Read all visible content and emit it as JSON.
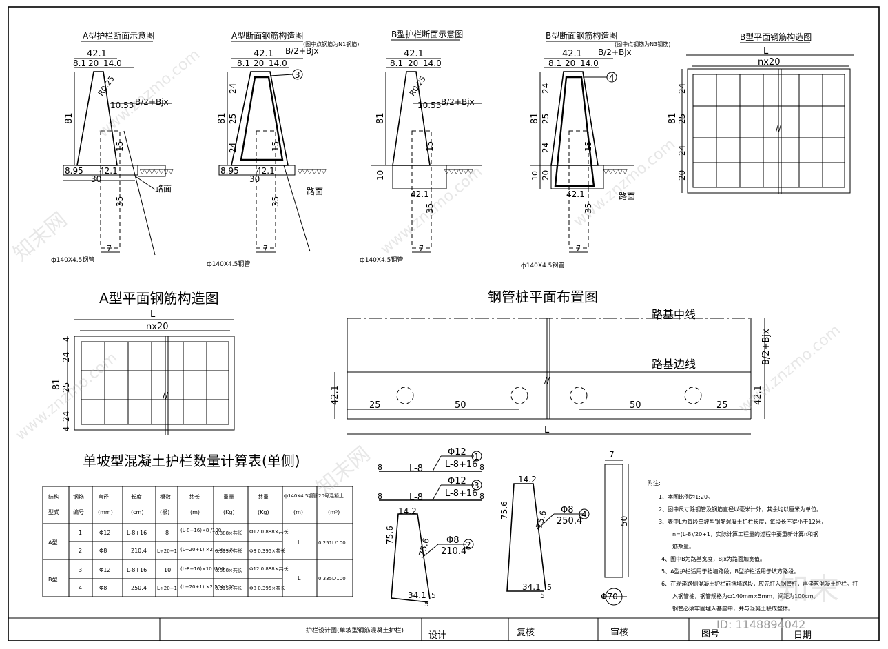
{
  "titles": {
    "a_section": "A型护栏断面示意图",
    "a_rebar_section": "A型断面钢筋构造图",
    "a_rebar_note": "(图中点钢筋为N1钢筋)",
    "b_section": "B型护栏断面示意图",
    "b_rebar_section": "B型断面钢筋构造图",
    "b_rebar_note": "(图中点钢筋为N3钢筋)",
    "b_plan": "B型平面钢筋构造图",
    "a_plan": "A型平面钢筋构造图",
    "pile_plan": "钢管桩平面布置图",
    "qty_table": "单坡型混凝土护栏数量计算表(单侧)"
  },
  "dims": {
    "w421": "42.1",
    "w81": "8.1",
    "w20": "20",
    "w140": "14.0",
    "h81": "81",
    "h24": "24",
    "h25": "25",
    "h15": "15",
    "h35": "35",
    "h10": "10",
    "h20": "20",
    "h4": "4",
    "w895": "8.95",
    "w30": "30",
    "w1053": "10.53",
    "w7": "7",
    "r": "R0.25",
    "bjx": "B/2+Bjx",
    "road": "路面",
    "pipe": "ф140X4.5钢管",
    "L": "L",
    "nx20": "nx20",
    "break": "//",
    "m25": "25",
    "m50": "50"
  },
  "pile": {
    "center": "路基中线",
    "edge": "路基边线"
  },
  "marks": {
    "m1": "1",
    "m2": "2",
    "m3": "3",
    "m4": "4"
  },
  "bars": {
    "n1_dia": "Φ12",
    "n1_len": "L-8",
    "n1_len2": "L-8+16",
    "end8": "8",
    "n3_dia": "Φ12",
    "n3_len": "L-8",
    "n3_len2": "L-8+16",
    "n2_dia": "Φ8",
    "n2_len": "210.4",
    "n2_top": "14.2",
    "n2_side": "75.6",
    "n2_side2": "75.6",
    "n2_bot": "34.1",
    "n2_b5": "5",
    "n2_b5b": "5",
    "n4_dia": "Φ8",
    "n4_len": "250.4",
    "n4_top": "14.2",
    "n4_side": "75.6",
    "n4_side2": "75.6",
    "n4_bot": "34.1",
    "n4_b5": "5",
    "pipe_w": "7",
    "pipe_h": "50",
    "pipe_d": "Φ70"
  },
  "table": {
    "headers": [
      "结构",
      "钢筋",
      "直径",
      "长度",
      "根数",
      "共长",
      "重量",
      "共重",
      "ф140X4.5钢管",
      "20号混凝土"
    ],
    "headers2": [
      "型式",
      "编号",
      "(mm)",
      "(cm)",
      "(根)",
      "(m)",
      "(Kg)",
      "(Kg)",
      "(m)",
      "(m³)"
    ],
    "rows": [
      [
        "A型",
        "1",
        "Φ12",
        "L-8+16",
        "8",
        "(L-8+16)×8 /100",
        "0.888×共长",
        "Φ12 0.888×共长",
        "L",
        "0.251L/100"
      ],
      [
        "",
        "2",
        "Φ8",
        "210.4",
        "L÷20+1",
        "(L÷20+1) ×2.104/100",
        "0.395×共长",
        "Φ8 0.395×共长",
        "",
        ""
      ],
      [
        "B型",
        "3",
        "Φ12",
        "L-8+16",
        "10",
        "(L-8+16)×10 /100",
        "0.888×共长",
        "Φ12 0.888×共长",
        "L",
        "0.335L/100"
      ],
      [
        "",
        "4",
        "Φ8",
        "250.4",
        "L÷20+1",
        "(L÷20+1) ×2.504/100",
        "0.395×共长",
        "Φ8 0.395×共长",
        "",
        ""
      ]
    ]
  },
  "notes": {
    "heading": "附注:",
    "n1": "1、本图比例为1:20。",
    "n2": "2、图中尺寸除钢管及钢筋直径以毫米计外，其余均以厘米为单位。",
    "n3": "3、表中L为每段单坡型钢筋混凝土护栏长度，每段长不得小于12米，",
    "n3b": "n=(L-8)/20+1，实际计算工程量的过程中要重新计算n和钢",
    "n3c": "筋数量。",
    "n4": "4、图中B为路基宽度，Bjx为路面加宽值。",
    "n5": "5、A型护栏适用于挡墙路段，B型护栏适用于填方路段。",
    "n6": "6、在现浇路侧混凝土护栏前挡墙路段，应先打入钢管桩，再浇筑混凝土护栏。打",
    "n6b": "入钢管桩，钢管规格为ф140mm×5mm，间距为100cm。",
    "n6c": "钢管必须牢固埋入基座中，并与混凝土联成整体。"
  },
  "titleblock": {
    "drawing": "护栏设计图(单坡型钢筋混凝土护栏)",
    "design": "设计",
    "review": "复核",
    "audit": "审核",
    "no": "图号",
    "date": "日期"
  },
  "watermark": {
    "site": "www.znzmo.com",
    "brand": "知末网",
    "logo": "知末",
    "id": "ID: 1148894042"
  }
}
